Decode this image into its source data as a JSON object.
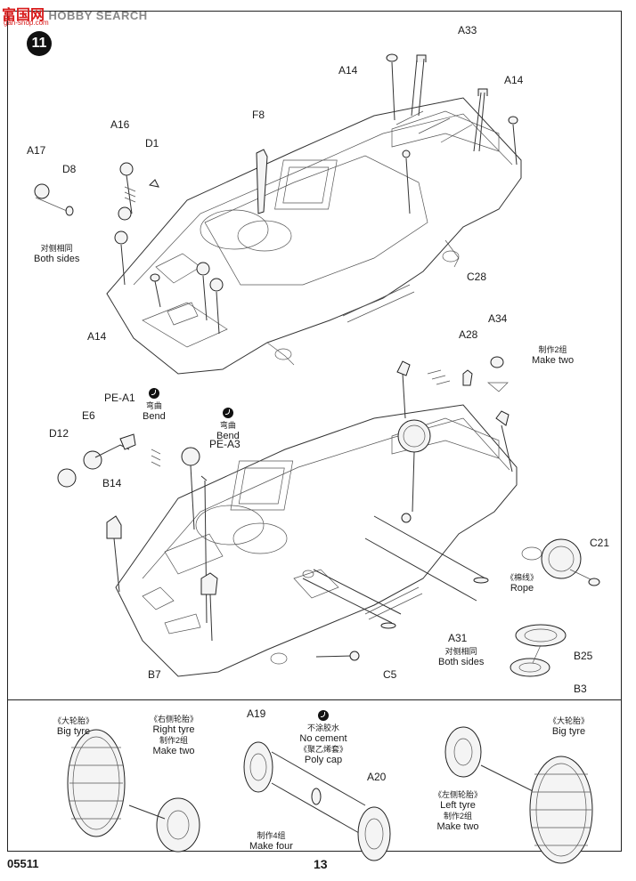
{
  "logo": {
    "brand": "富国网",
    "search": "HOBBY SEARCH",
    "url": "gan-shop.com"
  },
  "step": "11",
  "top_section": {
    "labels": {
      "A33": "A33",
      "A14_top": "A14",
      "A14_right": "A14",
      "A16": "A16",
      "D1": "D1",
      "A17": "A17",
      "D8": "D8",
      "F8": "F8",
      "A14_left": "A14",
      "C28": "C28"
    },
    "both_sides": {
      "cn": "对侧相同",
      "en": "Both sides"
    }
  },
  "middle_section": {
    "labels": {
      "A34": "A34",
      "A28": "A28",
      "PE_A1": "PE-A1",
      "E6": "E6",
      "D12": "D12",
      "PE_A3": "PE-A3",
      "B14": "B14",
      "B7": "B7",
      "C5": "C5",
      "A31": "A31",
      "C21": "C21",
      "B25": "B25",
      "B3": "B3"
    },
    "make_two": {
      "cn": "制作2组",
      "en": "Make two"
    },
    "bend_1": {
      "cn": "弯曲",
      "en": "Bend"
    },
    "bend_2": {
      "cn": "弯曲",
      "en": "Bend"
    },
    "rope": {
      "cn": "《棉线》",
      "en": "Rope"
    },
    "a31_both_sides": {
      "cn": "对侧相同",
      "en": "Both sides"
    }
  },
  "bottom_section": {
    "big_tyre_left": {
      "cn": "《大轮胎》",
      "en": "Big tyre"
    },
    "right_tyre": {
      "cn": "《右侧轮胎》",
      "en": "Right tyre",
      "cn2": "制作2组",
      "en2": "Make two"
    },
    "A19": "A19",
    "no_cement": {
      "cn": "不涂胶水",
      "en": "No cement",
      "cn2": "《聚乙烯套》",
      "en2": "Poly cap"
    },
    "A20": "A20",
    "make_four": {
      "cn": "制作4组",
      "en": "Make four"
    },
    "left_tyre": {
      "cn": "《左侧轮胎》",
      "en": "Left tyre",
      "cn2": "制作2组",
      "en2": "Make two"
    },
    "big_tyre_right": {
      "cn": "《大轮胎》",
      "en": "Big tyre"
    }
  },
  "footer": {
    "code": "05511",
    "page": "13"
  }
}
